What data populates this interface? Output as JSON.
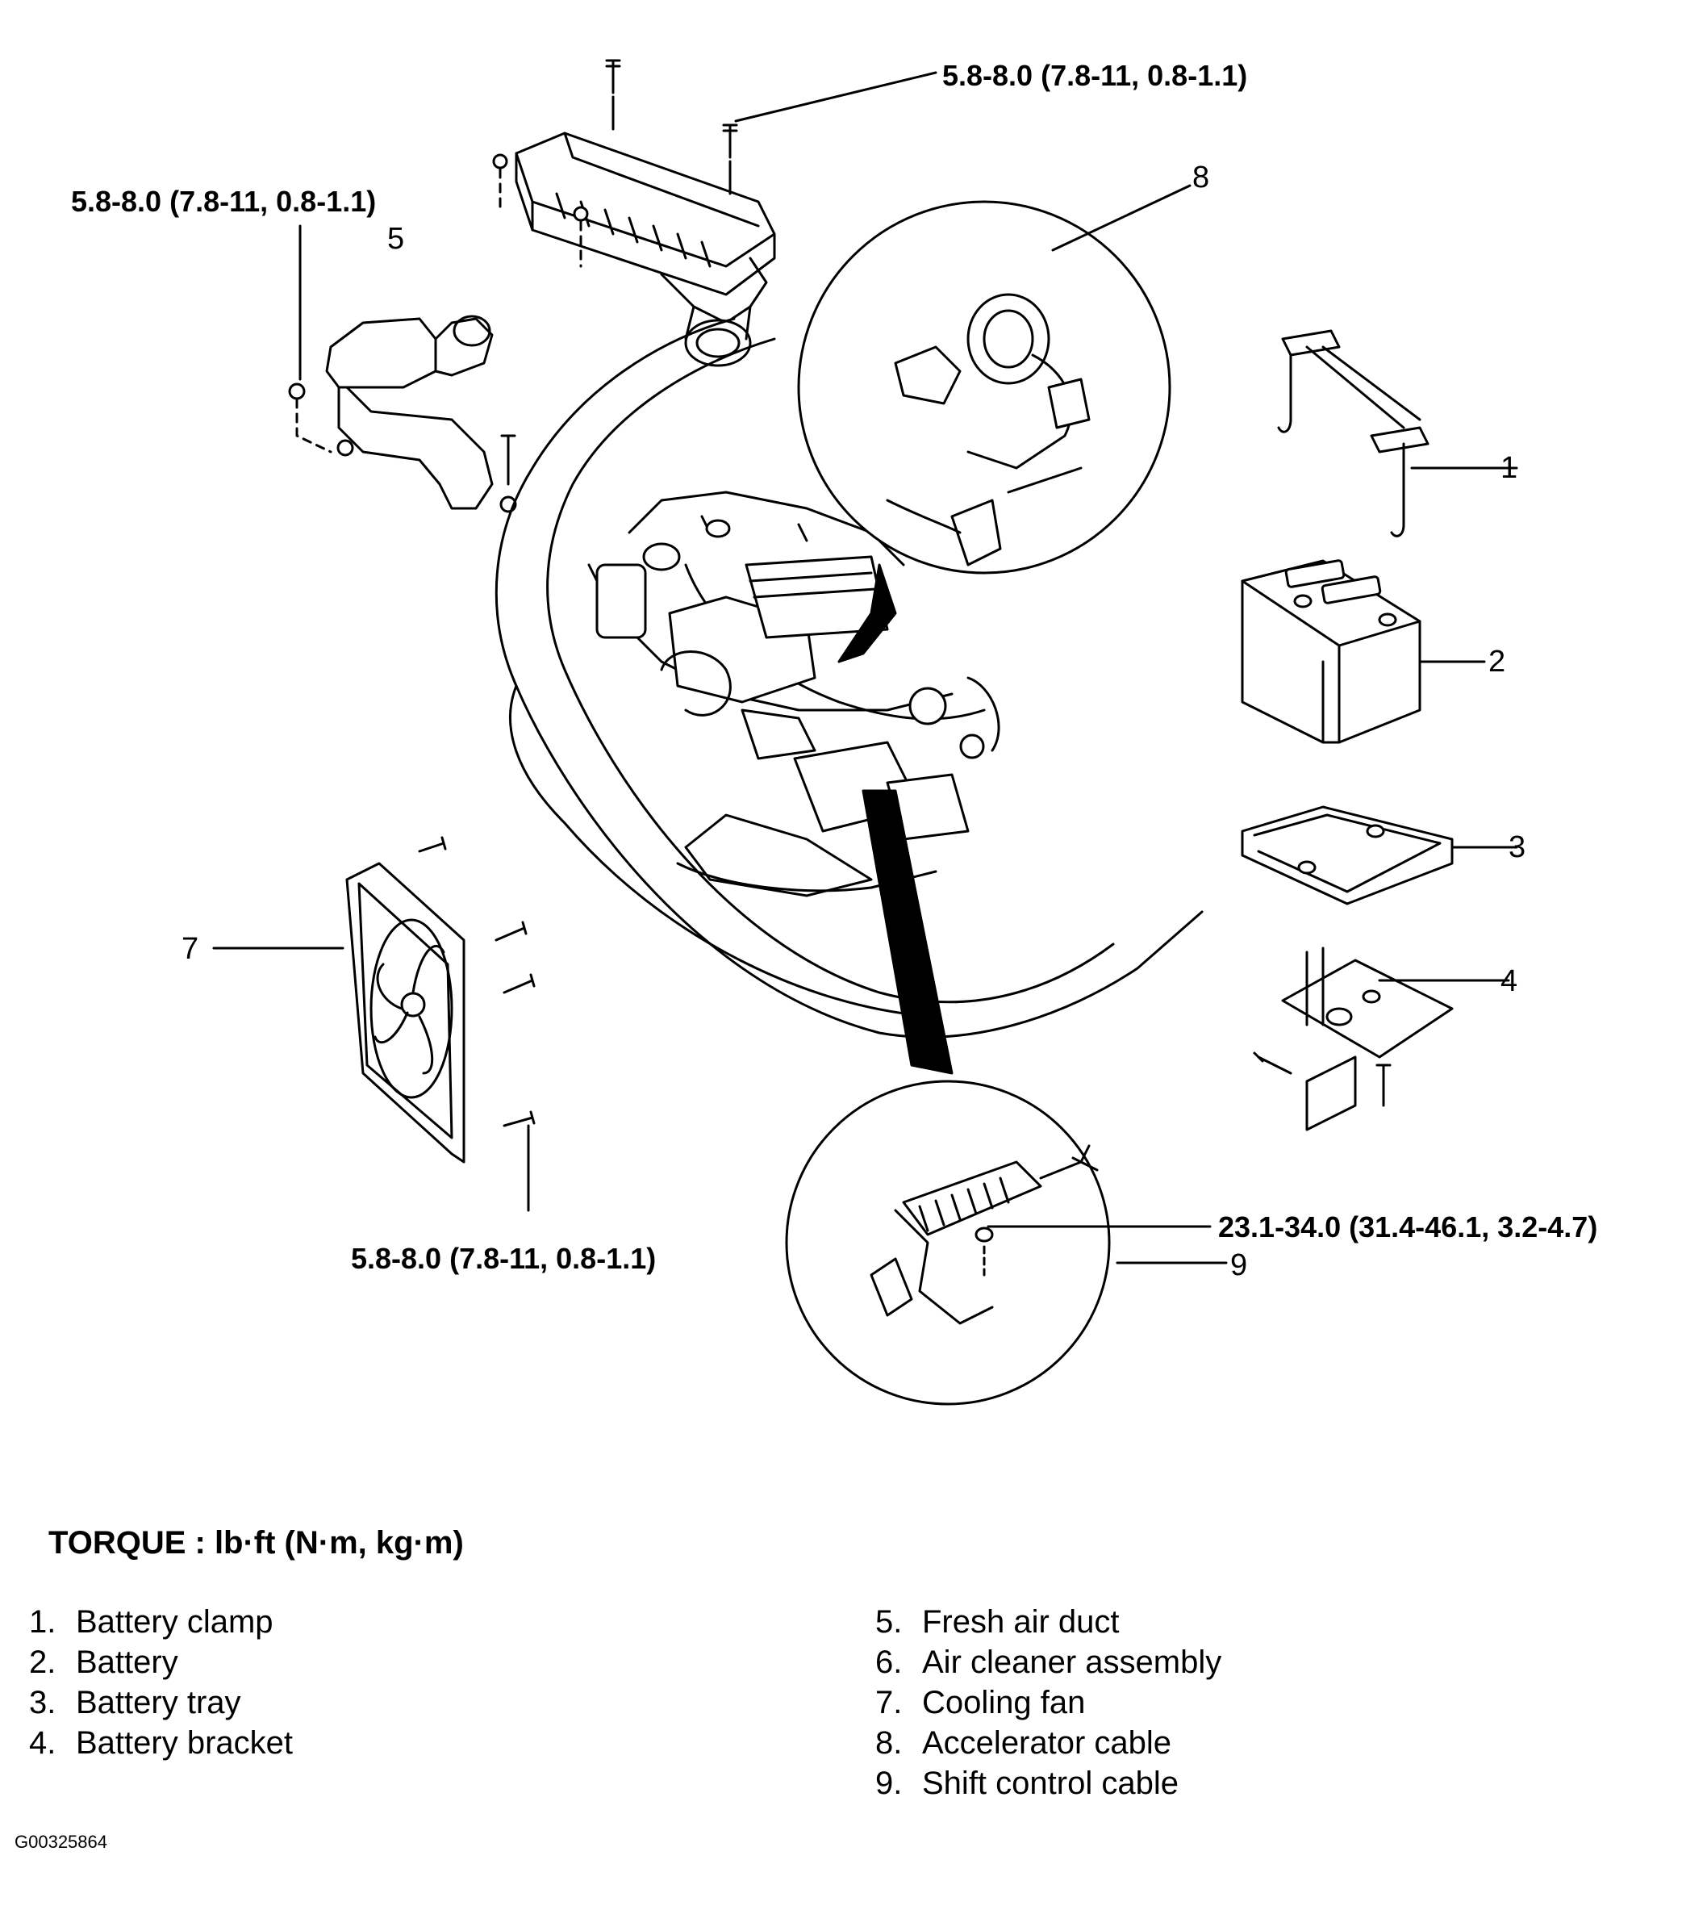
{
  "torque_specs": {
    "air_cleaner": "5.8-8.0 (7.8-11, 0.8-1.1)",
    "fresh_air_duct": "5.8-8.0 (7.8-11, 0.8-1.1)",
    "cooling_fan": "5.8-8.0 (7.8-11, 0.8-1.1)",
    "shift_cable": "23.1-34.0 (31.4-46.1, 3.2-4.7)"
  },
  "callouts": [
    "1",
    "2",
    "3",
    "4",
    "5",
    "7",
    "8",
    "9"
  ],
  "torque_title": "TORQUE : lb·ft (N·m, kg·m)",
  "legend_left": [
    {
      "num": "1.",
      "label": "Battery clamp"
    },
    {
      "num": "2.",
      "label": "Battery"
    },
    {
      "num": "3.",
      "label": "Battery tray"
    },
    {
      "num": "4.",
      "label": "Battery bracket"
    }
  ],
  "legend_right": [
    {
      "num": "5.",
      "label": "Fresh air duct"
    },
    {
      "num": "6.",
      "label": "Air cleaner assembly"
    },
    {
      "num": "7.",
      "label": "Cooling fan"
    },
    {
      "num": "8.",
      "label": "Accelerator cable"
    },
    {
      "num": "9.",
      "label": "Shift control cable"
    }
  ],
  "figure_id": "G00325864"
}
